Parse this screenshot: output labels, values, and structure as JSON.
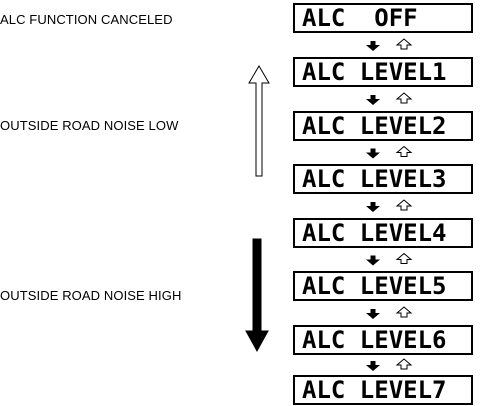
{
  "labels": {
    "canceled": "ALC FUNCTION CANCELED",
    "low": "OUTSIDE ROAD NOISE LOW",
    "high": "OUTSIDE ROAD NOISE HIGH"
  },
  "displays": [
    "ALC  OFF",
    "ALC LEVEL1",
    "ALC LEVEL2",
    "ALC LEVEL3",
    "ALC LEVEL4",
    "ALC LEVEL5",
    "ALC LEVEL6",
    "ALC LEVEL7"
  ],
  "icons": {
    "step_down": "filled-down-arrow-icon",
    "step_up": "outline-up-arrow-icon",
    "noise_low": "hollow-up-arrow-icon",
    "noise_high": "solid-down-arrow-icon"
  },
  "colors": {
    "ink": "#000000",
    "background": "#ffffff"
  }
}
